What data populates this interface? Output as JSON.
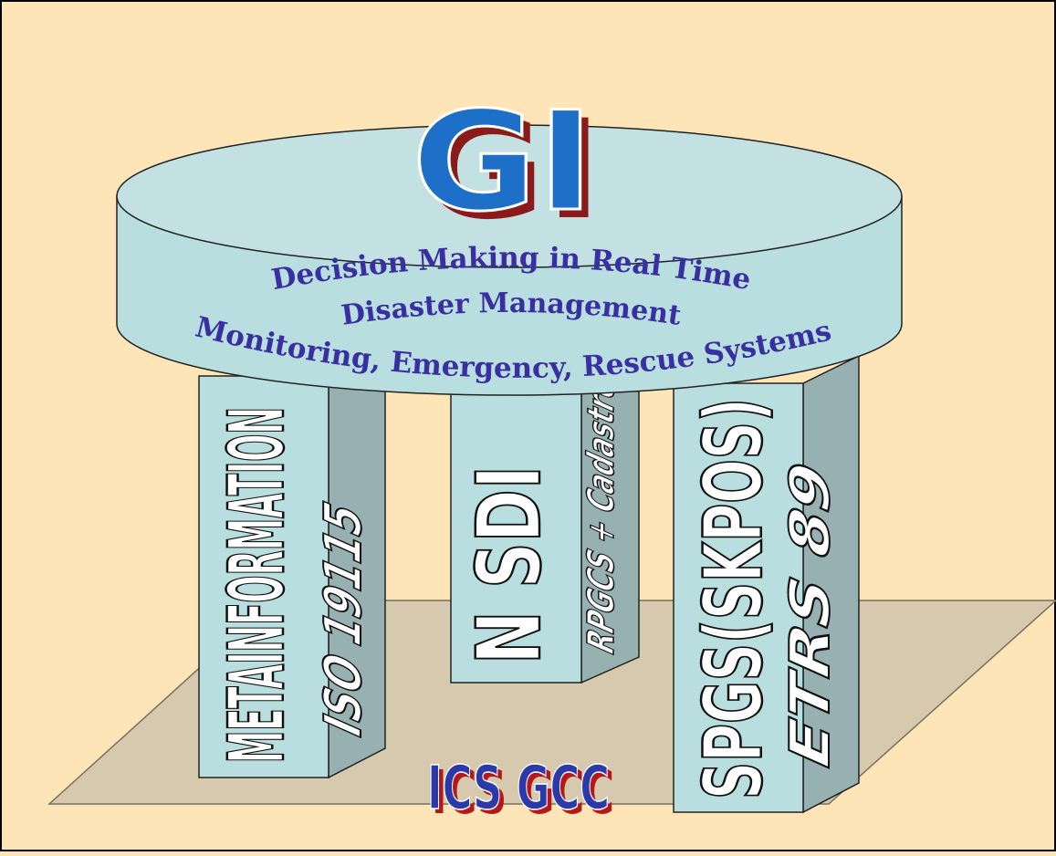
{
  "title": "GI",
  "top_lines": [
    "Decision Making in Real Time",
    "Disaster Management",
    "Monitoring, Emergency, Rescue Systems"
  ],
  "pillars": {
    "left": {
      "front": "METAINFORMATION",
      "side": "ISO 19115"
    },
    "middle": {
      "front": "N SDI",
      "side": "RPGCS + Cadastre"
    },
    "right": {
      "front": "SPGS(SKPOS)",
      "side": "ETRS 89"
    }
  },
  "base_label": "ICS GCC",
  "colors": {
    "background": "#fde5b8",
    "pillar_front": "#b9dee0",
    "pillar_side": "#97b1b2",
    "disc": "#c3e1e3",
    "floor": "#d7c9ae",
    "gi_fill": "#1e6fc8",
    "gi_shadow": "#8b1a1a",
    "text_blue": "#3a2fa0",
    "base_label_fill": "#2b3aa8",
    "base_label_shadow": "#b51818"
  }
}
